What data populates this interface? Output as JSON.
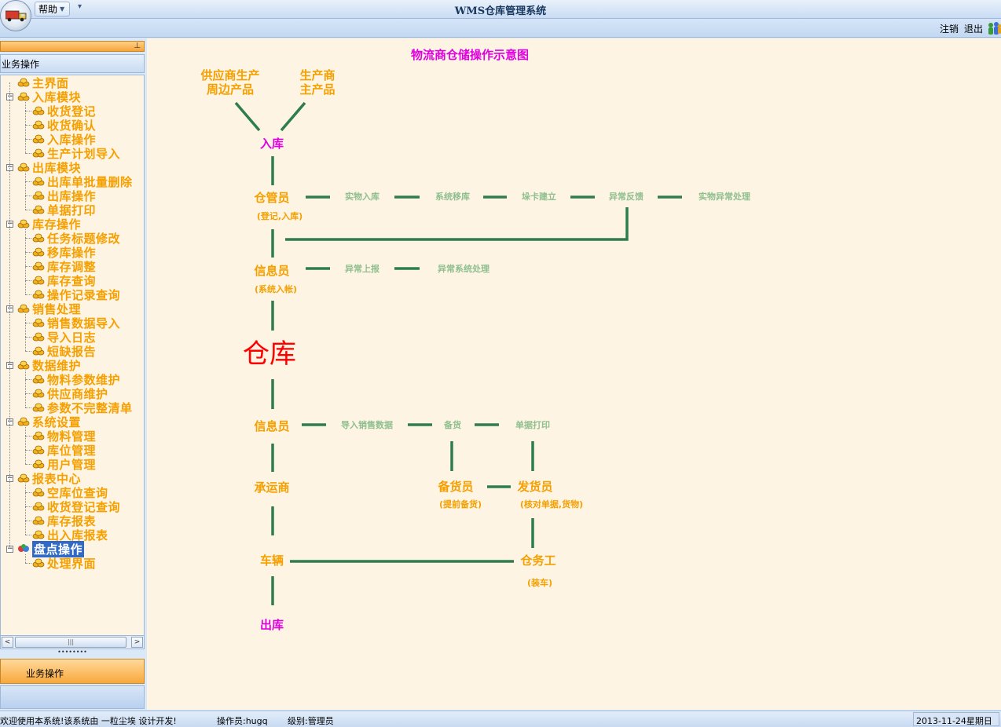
{
  "window": {
    "title": "WMS仓库管理系统",
    "help_menu": "帮助",
    "quick_access": "▾"
  },
  "toolbar": {
    "logout": "注销",
    "exit": "退出"
  },
  "sidebar": {
    "panel_title": "业务操作",
    "pin": "ꟼ",
    "scroll_left": "<",
    "scroll_right": ">",
    "scroll_grip": "|||",
    "splitter": "••••••••",
    "nav_group": "业务操作",
    "tree": [
      {
        "label": "主界面",
        "level": 0,
        "expander": ""
      },
      {
        "label": "入库模块",
        "level": 0,
        "expander": "−"
      },
      {
        "label": "收货登记",
        "level": 1
      },
      {
        "label": "收货确认",
        "level": 1
      },
      {
        "label": "入库操作",
        "level": 1
      },
      {
        "label": "生产计划导入",
        "level": 1
      },
      {
        "label": "出库模块",
        "level": 0,
        "expander": "−"
      },
      {
        "label": "出库单批量删除",
        "level": 1
      },
      {
        "label": "出库操作",
        "level": 1
      },
      {
        "label": "单据打印",
        "level": 1
      },
      {
        "label": "库存操作",
        "level": 0,
        "expander": "−"
      },
      {
        "label": "任务标题修改",
        "level": 1
      },
      {
        "label": "移库操作",
        "level": 1
      },
      {
        "label": "库存调整",
        "level": 1
      },
      {
        "label": "库存查询",
        "level": 1
      },
      {
        "label": "操作记录查询",
        "level": 1
      },
      {
        "label": "销售处理",
        "level": 0,
        "expander": "−"
      },
      {
        "label": "销售数据导入",
        "level": 1
      },
      {
        "label": "导入日志",
        "level": 1
      },
      {
        "label": "短缺报告",
        "level": 1
      },
      {
        "label": "数据维护",
        "level": 0,
        "expander": "−"
      },
      {
        "label": "物料参数维护",
        "level": 1
      },
      {
        "label": "供应商维护",
        "level": 1
      },
      {
        "label": "参数不完整清单",
        "level": 1
      },
      {
        "label": "系统设置",
        "level": 0,
        "expander": "−"
      },
      {
        "label": "物料管理",
        "level": 1
      },
      {
        "label": "库位管理",
        "level": 1
      },
      {
        "label": "用户管理",
        "level": 1
      },
      {
        "label": "报表中心",
        "level": 0,
        "expander": "−"
      },
      {
        "label": "空库位查询",
        "level": 1
      },
      {
        "label": "收货登记查询",
        "level": 1
      },
      {
        "label": "库存报表",
        "level": 1
      },
      {
        "label": "出入库报表",
        "level": 1
      },
      {
        "label": "盘点操作",
        "level": 0,
        "expander": "−",
        "selected": true
      },
      {
        "label": "处理界面",
        "level": 1
      }
    ]
  },
  "diagram": {
    "title": "物流商仓储操作示意图",
    "supplier": [
      "供应商生产",
      "周边产品"
    ],
    "manufacturer": [
      "生产商",
      "主产品"
    ],
    "inbound": "入库",
    "warehouse_keeper": "仓管员",
    "warehouse_keeper_note": "(登记,入库)",
    "wk_steps": [
      "实物入库",
      "系统移库",
      "垛卡建立",
      "异常反馈",
      "实物异常处理"
    ],
    "info_clerk_1": "信息员",
    "info_clerk_1_note": "(系统入帐)",
    "ic1_steps": [
      "异常上报",
      "异常系统处理"
    ],
    "warehouse": "仓库",
    "info_clerk_2": "信息员",
    "ic2_steps": [
      "导入销售数据",
      "备货",
      "单据打印"
    ],
    "carrier": "承运商",
    "picker": "备货员",
    "picker_note": "(提前备货)",
    "shipper": "发货员",
    "shipper_note": "(核对单据,货物)",
    "vehicle": "车辆",
    "loader": "仓务工",
    "loader_note": "(装车)",
    "outbound": "出库",
    "colors": {
      "line": "#2e7d4f",
      "orange": "#f5a000",
      "magenta": "#e000e0",
      "red": "#ff0000",
      "step": "#8fbf8f"
    }
  },
  "status": {
    "welcome": "欢迎使用本系统!该系统由 一粒尘埃 设计开发!",
    "operator": "操作员:hugq",
    "level": "级别:管理员",
    "date": "2013-11-24星期日"
  }
}
